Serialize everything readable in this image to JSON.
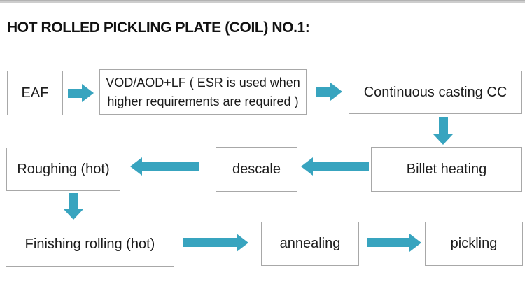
{
  "header": {
    "title": "HOT ROLLED PICKLING PLATE (COIL) NO.1:"
  },
  "colors": {
    "arrow": "#38a4bf",
    "box_border": "#a8a8a8",
    "box_background": "#ffffff",
    "text": "#1c1c1c",
    "top_bar": "#cdcdcd"
  },
  "flow": {
    "nodes": {
      "eaf": {
        "label": "EAF"
      },
      "vod_aod_lf": {
        "label": "VOD/AOD+LF  ( ESR is used when\nhigher requirements are required  )"
      },
      "continuous_casting": {
        "label": "Continuous casting CC"
      },
      "billet_heating": {
        "label": "Billet heating"
      },
      "descale": {
        "label": "descale"
      },
      "roughing": {
        "label": "Roughing (hot)"
      },
      "finishing_rolling": {
        "label": "Finishing rolling (hot)"
      },
      "annealing": {
        "label": "annealing"
      },
      "pickling": {
        "label": "pickling"
      }
    },
    "connections": [
      {
        "from": "eaf",
        "to": "vod_aod_lf",
        "direction": "right"
      },
      {
        "from": "vod_aod_lf",
        "to": "continuous_casting",
        "direction": "right"
      },
      {
        "from": "continuous_casting",
        "to": "billet_heating",
        "direction": "down"
      },
      {
        "from": "billet_heating",
        "to": "descale",
        "direction": "left"
      },
      {
        "from": "descale",
        "to": "roughing",
        "direction": "left"
      },
      {
        "from": "roughing",
        "to": "finishing_rolling",
        "direction": "down"
      },
      {
        "from": "finishing_rolling",
        "to": "annealing",
        "direction": "right"
      },
      {
        "from": "annealing",
        "to": "pickling",
        "direction": "right"
      }
    ]
  }
}
